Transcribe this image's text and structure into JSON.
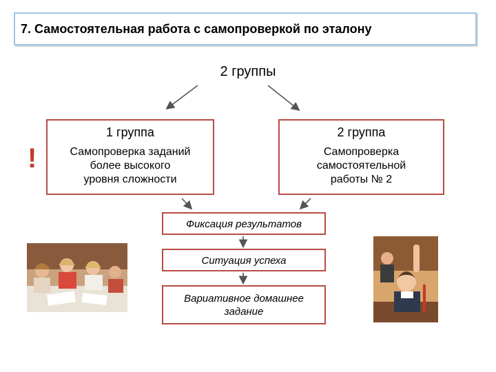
{
  "title": "7. Самостоятельная работа с самопроверкой по эталону",
  "groups_label": "2 группы",
  "exclamation": "!",
  "group1": {
    "heading": "1 группа",
    "lines": [
      "Самопроверка заданий",
      "более высокого",
      "уровня сложности"
    ]
  },
  "group2": {
    "heading": "2 группа",
    "lines": [
      "Самопроверка",
      "самостоятельной",
      "работы № 2"
    ]
  },
  "steps": {
    "fixation": "Фиксация результатов",
    "success": "Ситуация успеха",
    "homework": [
      "Вариативное домашнее",
      "задание"
    ]
  },
  "colors": {
    "accent": "#b84a44",
    "title_border": "#9cc3e6",
    "exclamation": "#c0392b"
  }
}
